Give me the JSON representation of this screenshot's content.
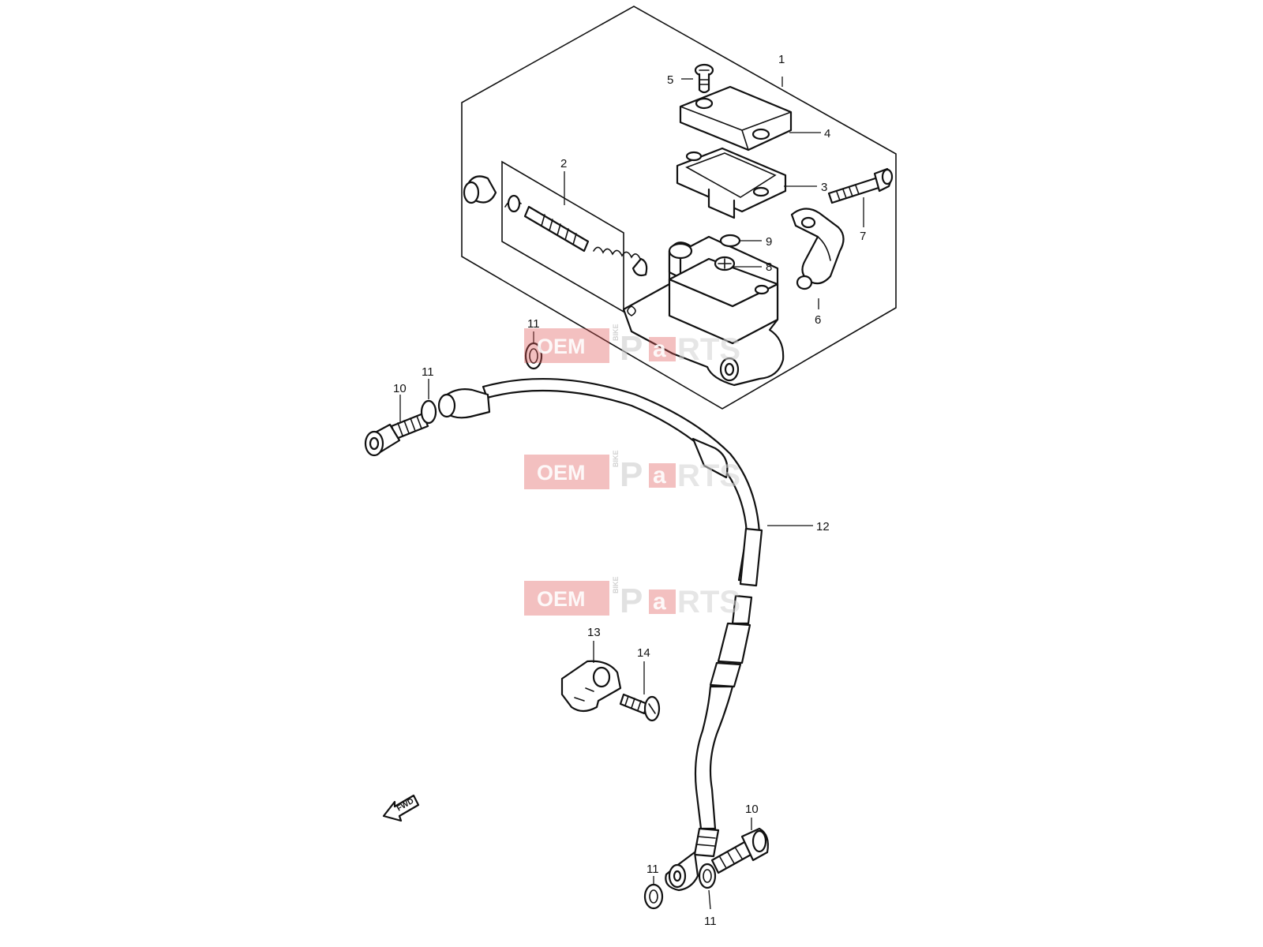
{
  "callouts": [
    {
      "id": "c1",
      "label": "1"
    },
    {
      "id": "c2",
      "label": "2"
    },
    {
      "id": "c3",
      "label": "3"
    },
    {
      "id": "c4",
      "label": "4"
    },
    {
      "id": "c5",
      "label": "5"
    },
    {
      "id": "c6",
      "label": "6"
    },
    {
      "id": "c7",
      "label": "7"
    },
    {
      "id": "c8",
      "label": "8"
    },
    {
      "id": "c9",
      "label": "9"
    },
    {
      "id": "c10a",
      "label": "10"
    },
    {
      "id": "c10b",
      "label": "10"
    },
    {
      "id": "c11a",
      "label": "11"
    },
    {
      "id": "c11b",
      "label": "11"
    },
    {
      "id": "c11c",
      "label": "11"
    },
    {
      "id": "c11d",
      "label": "11"
    },
    {
      "id": "c12",
      "label": "12"
    },
    {
      "id": "c13",
      "label": "13"
    },
    {
      "id": "c14",
      "label": "14"
    }
  ],
  "direction_marker": {
    "label": "FWD",
    "icon": "fwd-arrow-icon"
  },
  "watermark": {
    "oem": "OEM",
    "bike": "BIKE",
    "p": "P",
    "a": "a",
    "rts": "RTS"
  },
  "colors": {
    "line": "#111111",
    "watermark_red": "#e05a5a",
    "watermark_gray": "#c9c9c9"
  }
}
